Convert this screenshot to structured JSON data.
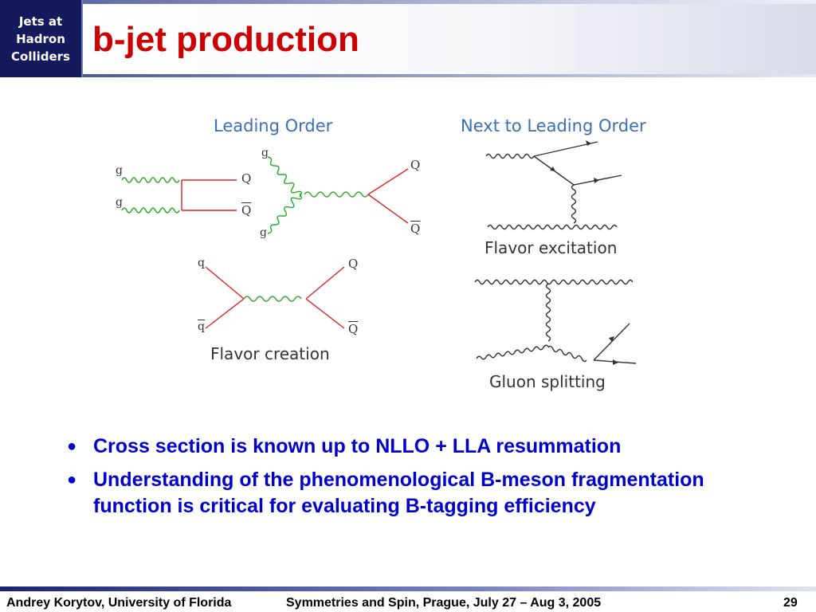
{
  "header": {
    "logo_lines": [
      "Jets at",
      "Hadron",
      "Colliders"
    ],
    "title": "b-jet production"
  },
  "diagrams": {
    "lo_heading": "Leading Order",
    "nlo_heading": "Next to Leading Order",
    "labels": {
      "g": "g",
      "q": "q",
      "qbar": "q",
      "Q": "Q",
      "Qbar": "Q"
    },
    "flavor_creation": "Flavor creation",
    "flavor_excitation": "Flavor excitation",
    "gluon_splitting": "Gluon splitting"
  },
  "bullets": [
    "Cross section is known up to NLLO + LLA resummation",
    "Understanding of the phenomenological B-meson fragmentation function is critical for evaluating B-tagging efficiency"
  ],
  "footer": {
    "author": "Andrey Korytov, University of Florida",
    "event": "Symmetries and Spin, Prague, July 27 – Aug 3, 2005",
    "page_number": "29"
  },
  "colors": {
    "title": "#cc0000",
    "bullet_text": "#0000cc",
    "gluon": "#22aa22",
    "quark": "#dd2222",
    "heading": "#3b6fb6",
    "logo_bg": "#141a5c"
  }
}
